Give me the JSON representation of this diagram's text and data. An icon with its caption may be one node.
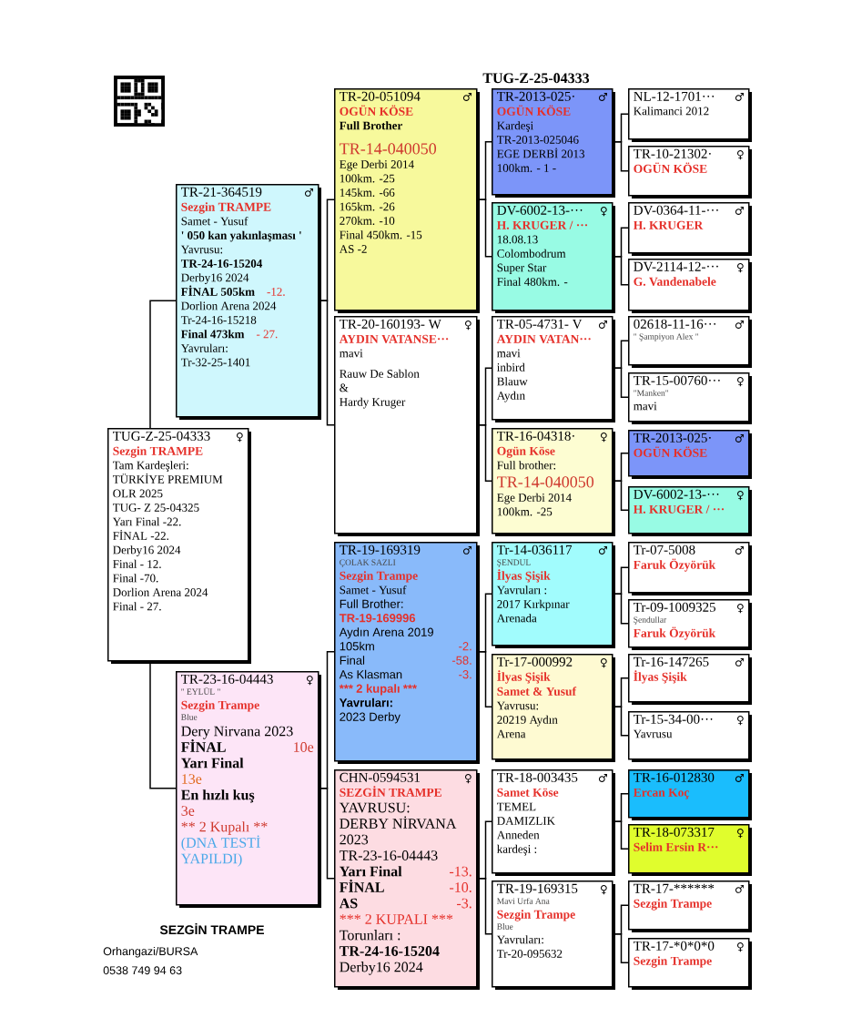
{
  "diagram": {
    "title": "TUG-Z-25-04333",
    "nodes": [
      {
        "text": [
          "TUG-Z-25-04333",
          "♀",
          "Sezgin TRAMPE",
          "Tam Kardeşleri:",
          "TÜRKİYE PREMIUM OLR 2025",
          "TUG- Z 25-04325",
          "Yarı Final -22.",
          "FİNAL -22.",
          "Derby16 2024",
          "Final - 12.",
          "Final -70.",
          "Dorlion Arena 2024",
          "Final - 27."
        ]
      },
      {
        "text": [
          "TR-21-364519",
          "♂",
          "Sezgin TRAMPE",
          "Samet - Yusuf",
          "' 050 kan yakınlaşması '",
          "Yavrusu:",
          "TR-24-16-15204",
          "Derby16 2024",
          "FİNAL 505km",
          "-12.",
          "Dorlion Arena 2024",
          "Tr-24-16-15218",
          "Final 473km",
          "- 27.",
          "Yavruları:",
          "Tr-32-25-1401"
        ]
      },
      {
        "text": [
          "TR-23-16-04443",
          "♀",
          "\" EYLÜL \"",
          "Sezgin Trampe",
          "Blue",
          "Dery Nirvana 2023",
          "FİNAL",
          "10e",
          "Yarı Final",
          "13e",
          "En hızlı kuş",
          "3e",
          "**",
          "2 Kupalı",
          "**",
          "(DNA TESTİ YAPILDI)"
        ]
      },
      {
        "text": [
          "TR-20-051094",
          "♂",
          "OGÜN KÖSE",
          "Full Brother",
          "TR-14-040050",
          "Ege Derbi 2014",
          "100km. -25",
          "145km. -66",
          "165km. -26",
          "270km. -10",
          "Final 450km. -15",
          "AS -2"
        ]
      },
      {
        "text": [
          "TR-20-160193- W",
          "♀",
          "AYDIN VATANSE···",
          "mavi",
          "Rauw De Sablon",
          "&",
          "Hardy Kruger"
        ]
      },
      {
        "text": [
          "TR-19-169319",
          "♂",
          "ÇOLAK SAZLI",
          "Sezgin Trampe",
          "Samet - Yusuf",
          "Full Brother:",
          "TR-19-169996",
          "Aydın Arena 2019",
          "105km",
          "-2.",
          "Final",
          "-58.",
          "As Klasman",
          "-3.",
          "***",
          "2 kupalı",
          "***",
          "Yavruları:",
          "2023 Derby"
        ]
      },
      {
        "text": [
          "CHN-0594531",
          "♀",
          "SEZGİN TRAMPE",
          "YAVRUSU:",
          "DERBY NİRVANA 2023",
          "TR-23-16-04443",
          "Yarı Final",
          "-13.",
          "FİNAL",
          "-10.",
          "AS",
          "-3.",
          "***",
          "2 KUPALI",
          "***",
          "Torunları :",
          "TR-24-16-15204",
          "Derby16 2024"
        ]
      },
      {
        "text": [
          "TR-2013-025·",
          "♂",
          "OGÜN KÖSE",
          "Kardeşi",
          "TR-2013-025046",
          "EGE DERBİ 2013",
          "100km. - 1 -"
        ]
      },
      {
        "text": [
          "DV-6002-13-···",
          "♀",
          "H. KRUGER / ···",
          "18.08.13",
          "Colombodrum",
          "Super Star",
          "Final 480km. -"
        ]
      },
      {
        "text": [
          "TR-05-4731- V",
          "♂",
          "AYDIN VATAN···",
          "mavi",
          "inbird",
          "Blauw",
          "Aydın"
        ]
      },
      {
        "text": [
          "TR-16-04318·",
          "♀",
          "Ogün Köse",
          "Full brother:",
          "TR-14-040050",
          "Ege Derbi 2014",
          "100km. -25"
        ]
      },
      {
        "text": [
          "Tr-14-036117",
          "♂",
          "ŞENDUL",
          "İlyas Şişik",
          "Yavruları :",
          "2017 Kırkpınar",
          "Arenada"
        ]
      },
      {
        "text": [
          "Tr-17-000992",
          "♀",
          "İlyas Şişik",
          "Samet & Yusuf",
          "Yavrusu:",
          "20219 Aydın",
          "Arena"
        ]
      },
      {
        "text": [
          "TR-18-003435",
          "♂",
          "Samet Köse",
          "TEMEL",
          "DAMIZLIK",
          "Anneden",
          "kardeşi :"
        ]
      },
      {
        "text": [
          "TR-19-169315",
          "♀",
          "Mavi Urfa Ana",
          "Sezgin Trampe",
          "Blue",
          "Yavruları:",
          "Tr-20-095632"
        ]
      },
      {
        "text": [
          "NL-12-1701···",
          "♂",
          "Kalimanci 2012"
        ]
      },
      {
        "text": [
          "TR-10-21302·",
          "♀",
          "OGÜN KÖSE"
        ]
      },
      {
        "text": [
          "DV-0364-11-···",
          "♂",
          "H. KRUGER"
        ]
      },
      {
        "text": [
          "DV-2114-12-···",
          "♀",
          "G. Vandenabele"
        ]
      },
      {
        "text": [
          "02618-11-16···",
          "♂",
          "\" Şampiyon Alex \""
        ]
      },
      {
        "text": [
          "TR-15-00760···",
          "♀",
          "\"Manken\"",
          "mavi"
        ]
      },
      {
        "text": [
          "TR-2013-025·",
          "♂",
          "OGÜN KÖSE"
        ]
      },
      {
        "text": [
          "DV-6002-13-···",
          "♀",
          "H. KRUGER / ···"
        ]
      },
      {
        "text": [
          "Tr-07-5008",
          "♂",
          "Faruk Özyörük"
        ]
      },
      {
        "text": [
          "Tr-09-1009325",
          "♀",
          "Şendullar",
          "Faruk Özyörük"
        ]
      },
      {
        "text": [
          "Tr-16-147265",
          "♂",
          "İlyas Şişik"
        ]
      },
      {
        "text": [
          "Tr-15-34-00···",
          "♀",
          "Yavrusu"
        ]
      },
      {
        "text": [
          "TR-16-012830",
          "♂",
          "Ercan Koç"
        ]
      },
      {
        "text": [
          "TR-18-073317",
          "♀",
          "Selim Ersin R···"
        ]
      },
      {
        "text": [
          "TR-17-",
          "***",
          "***",
          "♂",
          "Sezgin Trampe"
        ]
      },
      {
        "text": [
          "TR-17-*0*0*0",
          "♀",
          "Sezgin Trampe"
        ]
      }
    ],
    "edges": [
      {
        "from": 0,
        "to": 1,
        "arrow": "none"
      },
      {
        "from": 0,
        "to": 2,
        "arrow": "none"
      },
      {
        "from": 1,
        "to": 3,
        "arrow": "none"
      },
      {
        "from": 1,
        "to": 4,
        "arrow": "none"
      },
      {
        "from": 2,
        "to": 5,
        "arrow": "none"
      },
      {
        "from": 2,
        "to": 6,
        "arrow": "none"
      },
      {
        "from": 3,
        "to": 7,
        "arrow": "none"
      },
      {
        "from": 3,
        "to": 8,
        "arrow": "none"
      },
      {
        "from": 4,
        "to": 9,
        "arrow": "none"
      },
      {
        "from": 4,
        "to": 10,
        "arrow": "none"
      },
      {
        "from": 5,
        "to": 11,
        "arrow": "none"
      },
      {
        "from": 5,
        "to": 12,
        "arrow": "none"
      },
      {
        "from": 6,
        "to": 13,
        "arrow": "none"
      },
      {
        "from": 6,
        "to": 14,
        "arrow": "none"
      },
      {
        "from": 7,
        "to": 15,
        "arrow": "none"
      },
      {
        "from": 7,
        "to": 16,
        "arrow": "none"
      },
      {
        "from": 8,
        "to": 17,
        "arrow": "none"
      },
      {
        "from": 8,
        "to": 18,
        "arrow": "none"
      },
      {
        "from": 9,
        "to": 19,
        "arrow": "none"
      },
      {
        "from": 9,
        "to": 20,
        "arrow": "none"
      },
      {
        "from": 10,
        "to": 21,
        "arrow": "none"
      },
      {
        "from": 10,
        "to": 22,
        "arrow": "none"
      },
      {
        "from": 11,
        "to": 23,
        "arrow": "none"
      },
      {
        "from": 11,
        "to": 24,
        "arrow": "none"
      },
      {
        "from": 12,
        "to": 25,
        "arrow": "none"
      },
      {
        "from": 12,
        "to": 26,
        "arrow": "none"
      },
      {
        "from": 13,
        "to": 27,
        "arrow": "none"
      },
      {
        "from": 13,
        "to": 28,
        "arrow": "none"
      },
      {
        "from": 14,
        "to": 29,
        "arrow": "none"
      },
      {
        "from": 14,
        "to": 30,
        "arrow": "none"
      }
    ],
    "labels": [
      "SEZGİN TRAMPE",
      "Orhangazi/BURSA",
      "0538 749 94 63"
    ]
  }
}
